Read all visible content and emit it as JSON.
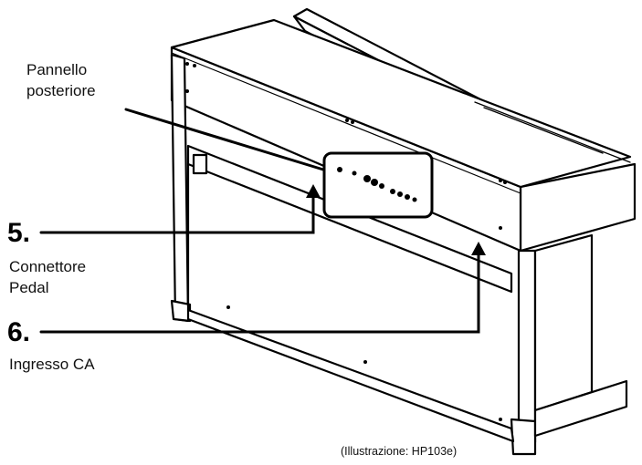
{
  "labels": {
    "rear_panel_line1": "Pannello",
    "rear_panel_line2": "posteriore",
    "item5_number": "5.",
    "item5_line1": "Connettore",
    "item5_line2": "Pedal",
    "item6_number": "6.",
    "item6_line1": "Ingresso CA"
  },
  "caption": "(Illustrazione: HP103e)"
}
